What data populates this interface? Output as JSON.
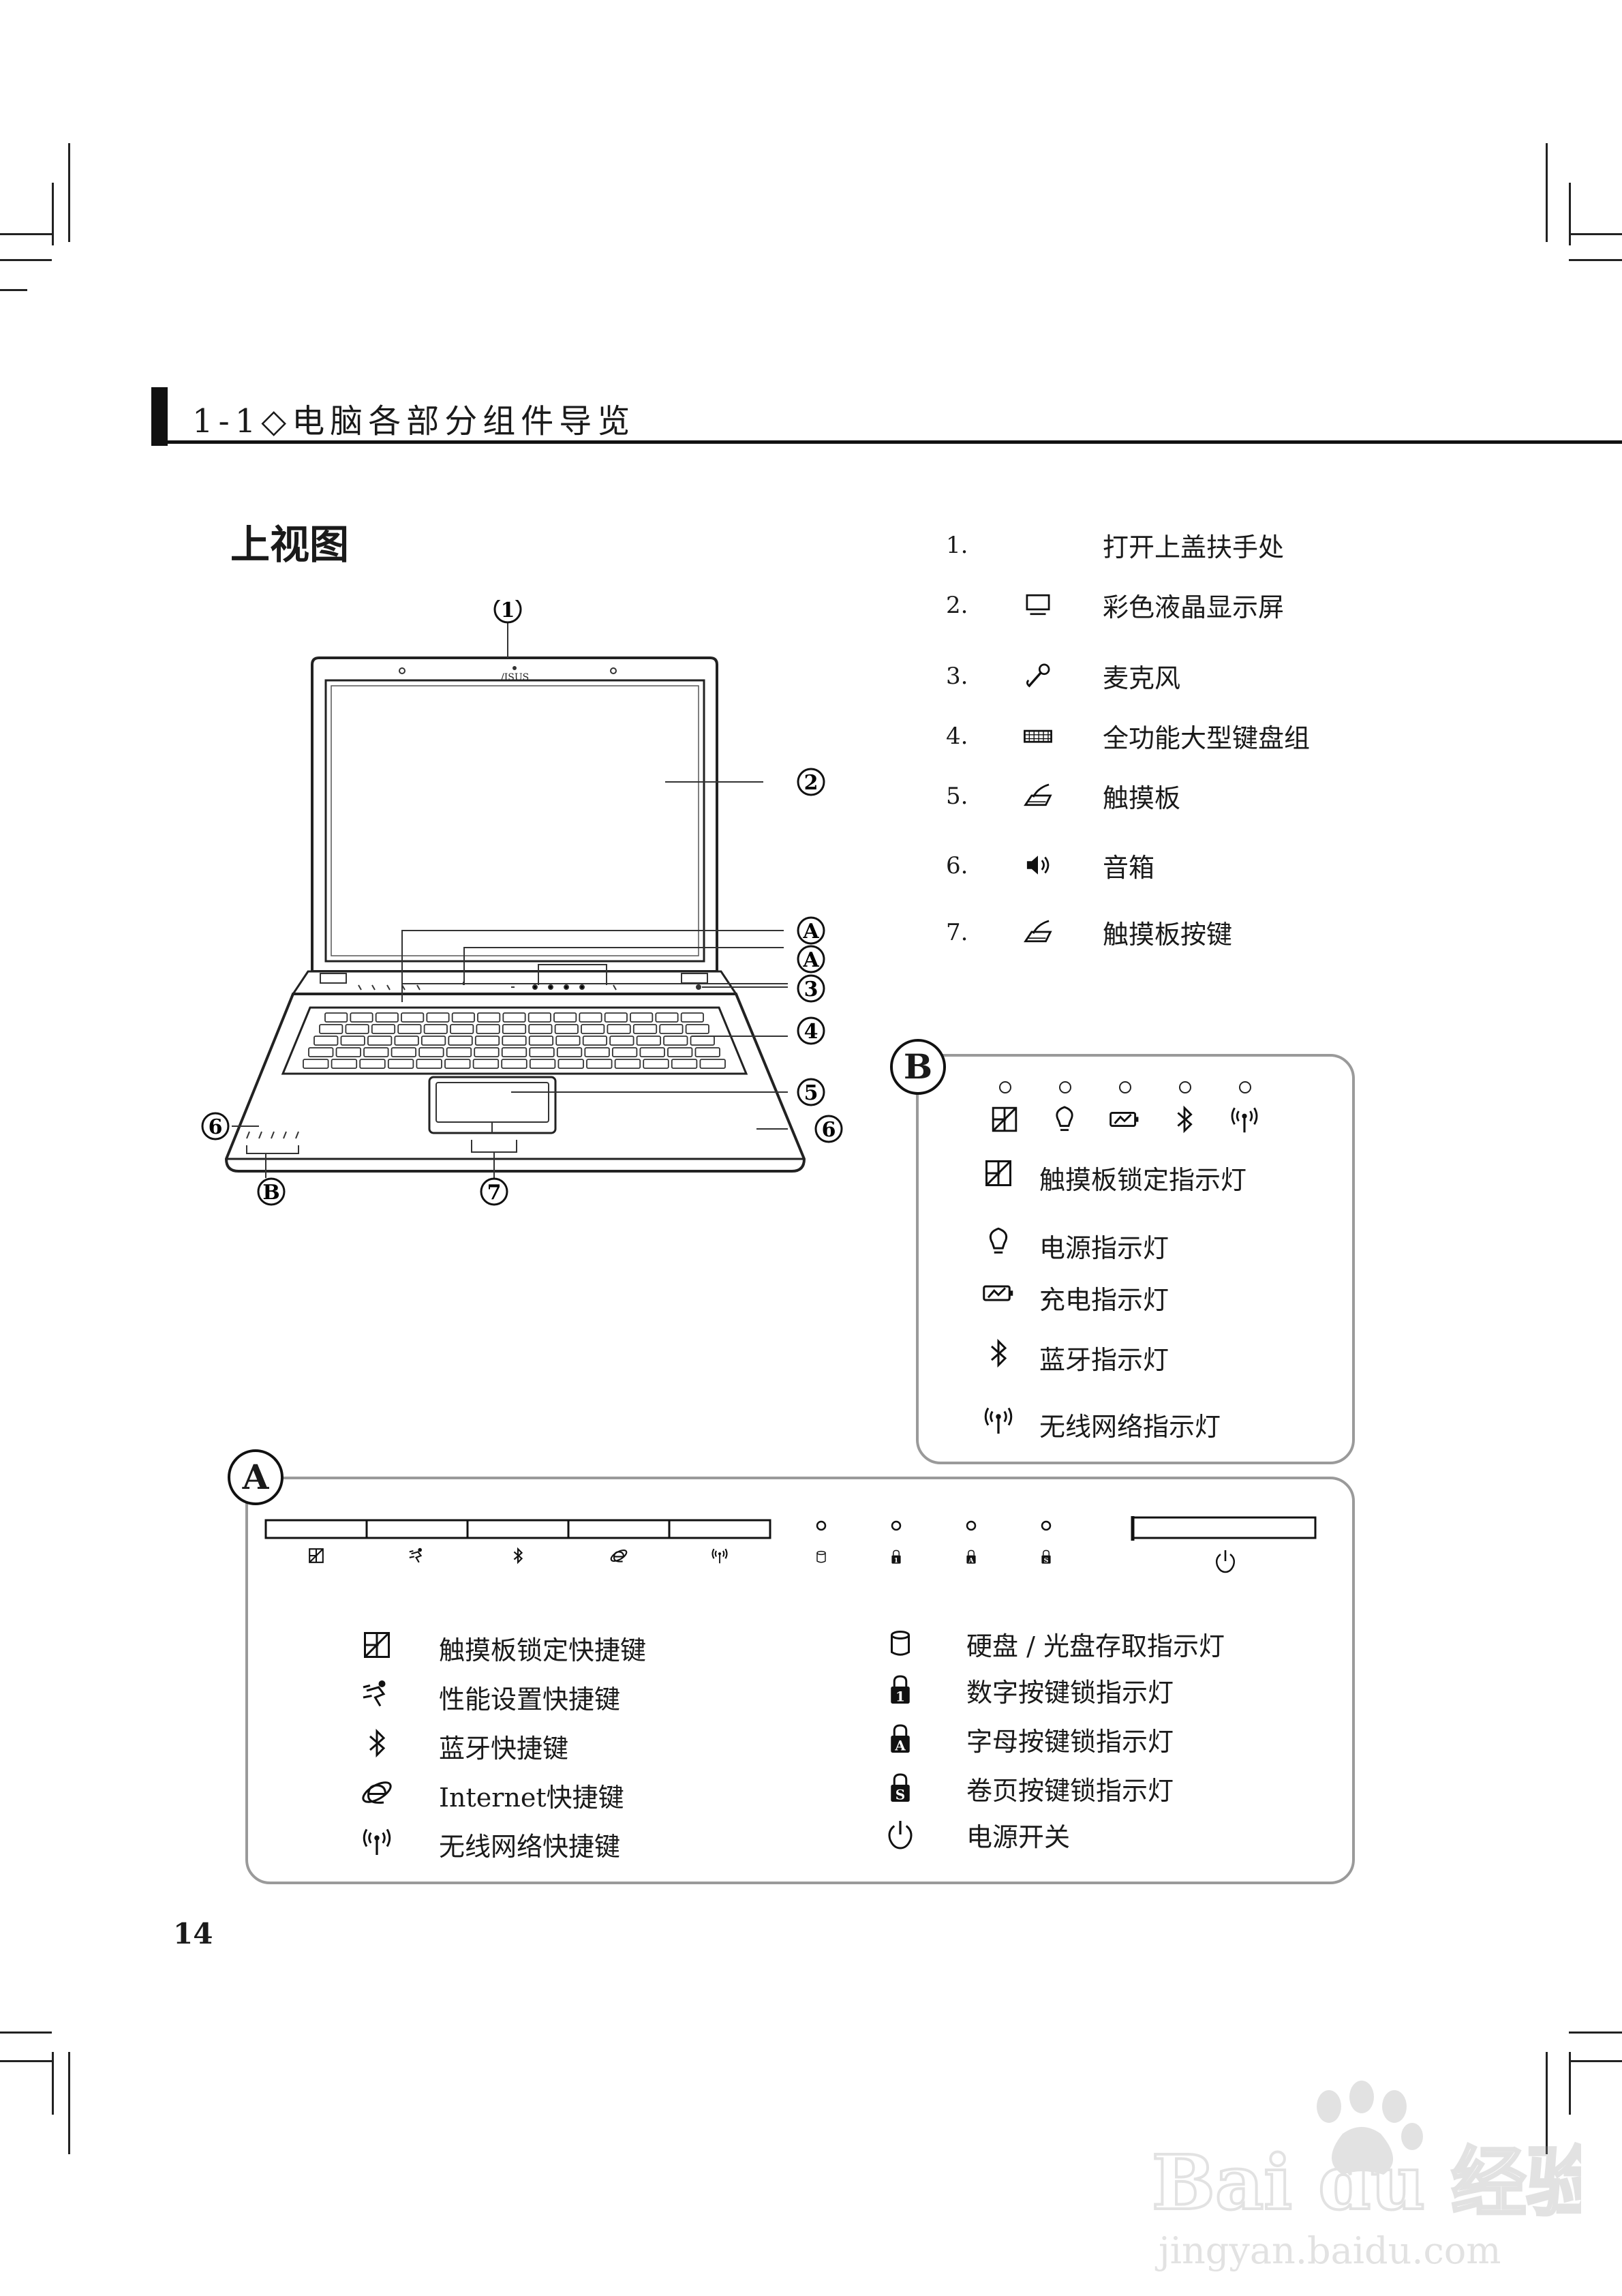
{
  "header": {
    "title": "1-1◇电脑各部分组件导览"
  },
  "section_title": "上视图",
  "parts_list": [
    {
      "num": "1.",
      "icon": "",
      "label": "打开上盖扶手处"
    },
    {
      "num": "2.",
      "icon": "monitor-icon",
      "label": "彩色液晶显示屏"
    },
    {
      "num": "3.",
      "icon": "microphone-icon",
      "label": "麦克风"
    },
    {
      "num": "4.",
      "icon": "keyboard-icon",
      "label": "全功能大型键盘组"
    },
    {
      "num": "5.",
      "icon": "touchpad-icon",
      "label": "触摸板"
    },
    {
      "num": "6.",
      "icon": "speaker-icon",
      "label": "音箱"
    },
    {
      "num": "7.",
      "icon": "touchpad-icon",
      "label": "触摸板按键"
    }
  ],
  "laptop_callouts": {
    "c1": "1",
    "c2": "2",
    "c3": "3",
    "c4": "4",
    "c5": "5",
    "c6a": "6",
    "c6b": "6",
    "c7": "7",
    "ca1": "A",
    "ca2": "A",
    "cb": "B",
    "logo": "/ISUS"
  },
  "panel_b": {
    "letter": "B",
    "items": [
      {
        "icon": "touchpad-lock-icon",
        "label": "触摸板锁定指示灯"
      },
      {
        "icon": "power-bulb-icon",
        "label": "电源指示灯"
      },
      {
        "icon": "battery-charge-icon",
        "label": "充电指示灯"
      },
      {
        "icon": "bluetooth-icon",
        "label": "蓝牙指示灯"
      },
      {
        "icon": "wireless-icon",
        "label": "无线网络指示灯"
      }
    ]
  },
  "panel_a": {
    "letter": "A",
    "left_items": [
      {
        "icon": "touchpad-lock-icon",
        "label": "触摸板锁定快捷键"
      },
      {
        "icon": "performance-icon",
        "label": "性能设置快捷键"
      },
      {
        "icon": "bluetooth-icon",
        "label": "蓝牙快捷键"
      },
      {
        "icon": "internet-icon",
        "label": "Internet快捷键"
      },
      {
        "icon": "wireless-icon",
        "label": "无线网络快捷键"
      }
    ],
    "right_items": [
      {
        "icon": "disk-icon",
        "label": "硬盘 / 光盘存取指示灯"
      },
      {
        "icon": "num-lock-icon",
        "label": "数字按键锁指示灯"
      },
      {
        "icon": "caps-lock-icon",
        "label": "字母按键锁指示灯"
      },
      {
        "icon": "scroll-lock-icon",
        "label": "卷页按键锁指示灯"
      },
      {
        "icon": "power-icon",
        "label": "电源开关"
      }
    ],
    "lock_glyphs": {
      "num": "1",
      "caps": "A",
      "scroll": "S"
    }
  },
  "page_number": "14",
  "watermark": {
    "brand": "Bai du 经验",
    "url": "jingyan.baidu.com"
  }
}
